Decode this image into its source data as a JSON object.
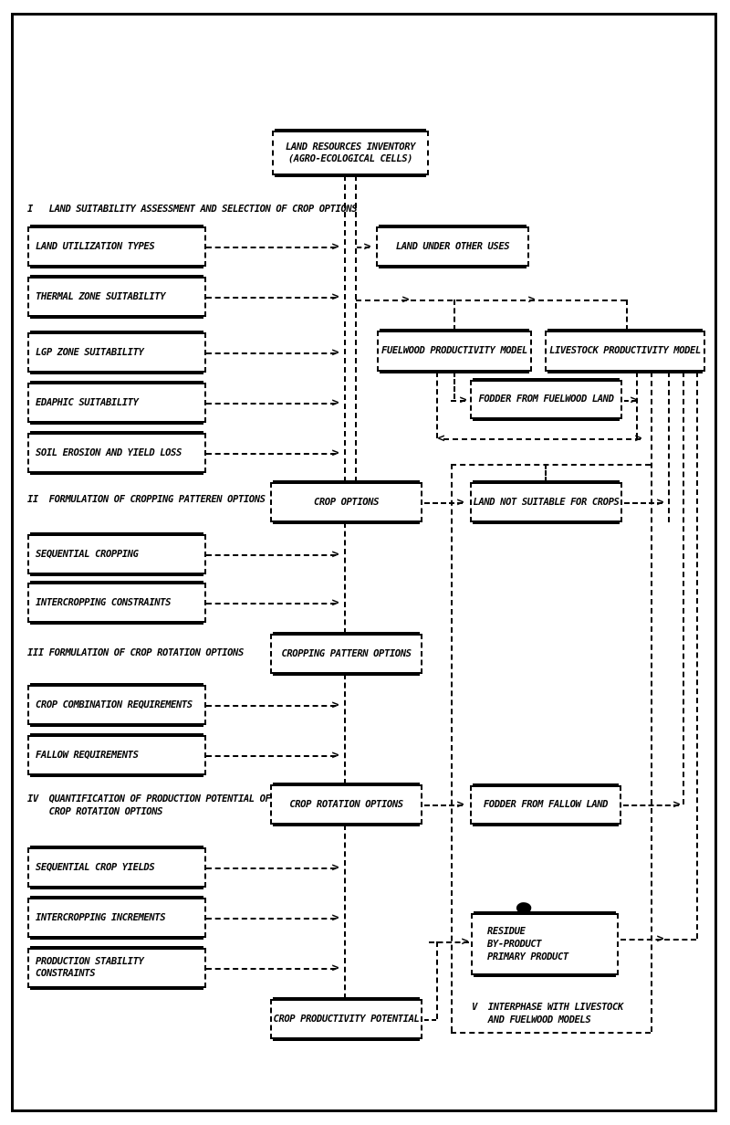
{
  "colors": {
    "ink": "#000000",
    "paper": "#ffffff"
  },
  "diagram": {
    "root_box": {
      "line1": "LAND RESOURCES INVENTORY",
      "line2": "(AGRO-ECOLOGICAL CELLS)"
    },
    "sections": {
      "i": "I   LAND SUITABILITY ASSESSMENT AND SELECTION OF CROP OPTIONS",
      "ii": "II  FORMULATION OF CROPPING PATTEREN OPTIONS",
      "iii": "III FORMULATION OF CROP ROTATION OPTIONS",
      "iv": "IV  QUANTIFICATION OF PRODUCTION POTENTIAL OF\n    CROP ROTATION OPTIONS",
      "v": "V  INTERPHASE WITH LIVESTOCK\n   AND FUELWOOD MODELS"
    },
    "input_boxes": [
      "LAND UTILIZATION TYPES",
      "THERMAL ZONE SUITABILITY",
      "LGP ZONE SUITABILITY",
      "EDAPHIC SUITABILITY",
      "SOIL EROSION AND YIELD LOSS",
      "SEQUENTIAL CROPPING",
      "INTERCROPPING CONSTRAINTS",
      "CROP COMBINATION REQUIREMENTS",
      "FALLOW REQUIREMENTS",
      "SEQUENTIAL CROP YIELDS",
      "INTERCROPPING INCREMENTS",
      "PRODUCTION STABILITY CONSTRAINTS"
    ],
    "stage_boxes": [
      "CROP OPTIONS",
      "CROPPING PATTERN OPTIONS",
      "CROP ROTATION OPTIONS",
      "CROP PRODUCTIVITY POTENTIAL"
    ],
    "side_boxes": [
      "LAND UNDER OTHER USES",
      "FUELWOOD PRODUCTIVITY MODEL",
      "LIVESTOCK PRODUCTIVITY MODEL",
      "FODDER FROM FUELWOOD LAND",
      "LAND NOT SUITABLE FOR CROPS",
      "FODDER FROM FALLOW LAND"
    ],
    "residue_box": "RESIDUE\nBY-PRODUCT\nPRIMARY PRODUCT"
  }
}
